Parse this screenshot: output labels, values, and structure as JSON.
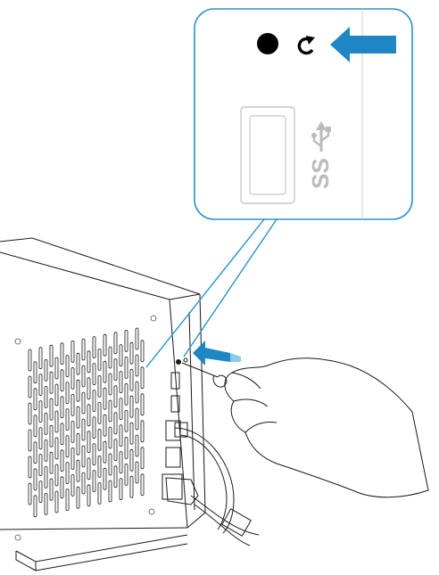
{
  "colors": {
    "callout_border": "#2a93c7",
    "arrow_blue": "#1f86c6",
    "arrow_light": "#8fc8e8",
    "outline": "#1a1a1a",
    "usb_gray": "#b8bcbf"
  },
  "callout": {
    "power_button_icon": "black-circle-icon",
    "reset_icon": "circular-arrow-icon",
    "pointer_icon": "blue-left-arrow-icon",
    "usb_logo": "usb-superspeed-logo",
    "usb_logo_text": "SS"
  },
  "device": {
    "ports_icons": [
      "usb-port",
      "usb-port",
      "ethernet-port",
      "ethernet-port",
      "power-inlet"
    ]
  }
}
